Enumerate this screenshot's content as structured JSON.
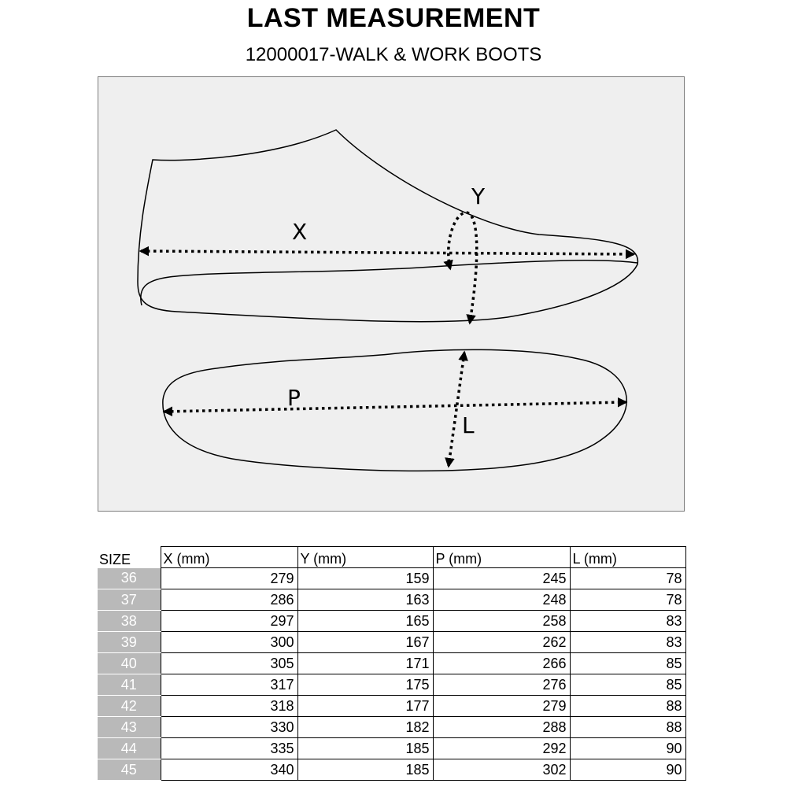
{
  "title": "LAST MEASUREMENT",
  "subtitle": "12000017-WALK & WORK BOOTS",
  "diagram": {
    "label_x": "X",
    "label_y": "Y",
    "label_p": "P",
    "label_l": "L"
  },
  "table": {
    "size_header": "SIZE",
    "columns": [
      "X (mm)",
      "Y (mm)",
      "P (mm)",
      "L (mm)"
    ],
    "rows": [
      {
        "size": "36",
        "values": [
          "279",
          "159",
          "245",
          "78"
        ]
      },
      {
        "size": "37",
        "values": [
          "286",
          "163",
          "248",
          "78"
        ]
      },
      {
        "size": "38",
        "values": [
          "297",
          "165",
          "258",
          "83"
        ]
      },
      {
        "size": "39",
        "values": [
          "300",
          "167",
          "262",
          "83"
        ]
      },
      {
        "size": "40",
        "values": [
          "305",
          "171",
          "266",
          "85"
        ]
      },
      {
        "size": "41",
        "values": [
          "317",
          "175",
          "276",
          "85"
        ]
      },
      {
        "size": "42",
        "values": [
          "318",
          "177",
          "279",
          "88"
        ]
      },
      {
        "size": "43",
        "values": [
          "330",
          "182",
          "288",
          "88"
        ]
      },
      {
        "size": "44",
        "values": [
          "335",
          "185",
          "292",
          "90"
        ]
      },
      {
        "size": "45",
        "values": [
          "340",
          "185",
          "302",
          "90"
        ]
      }
    ]
  }
}
